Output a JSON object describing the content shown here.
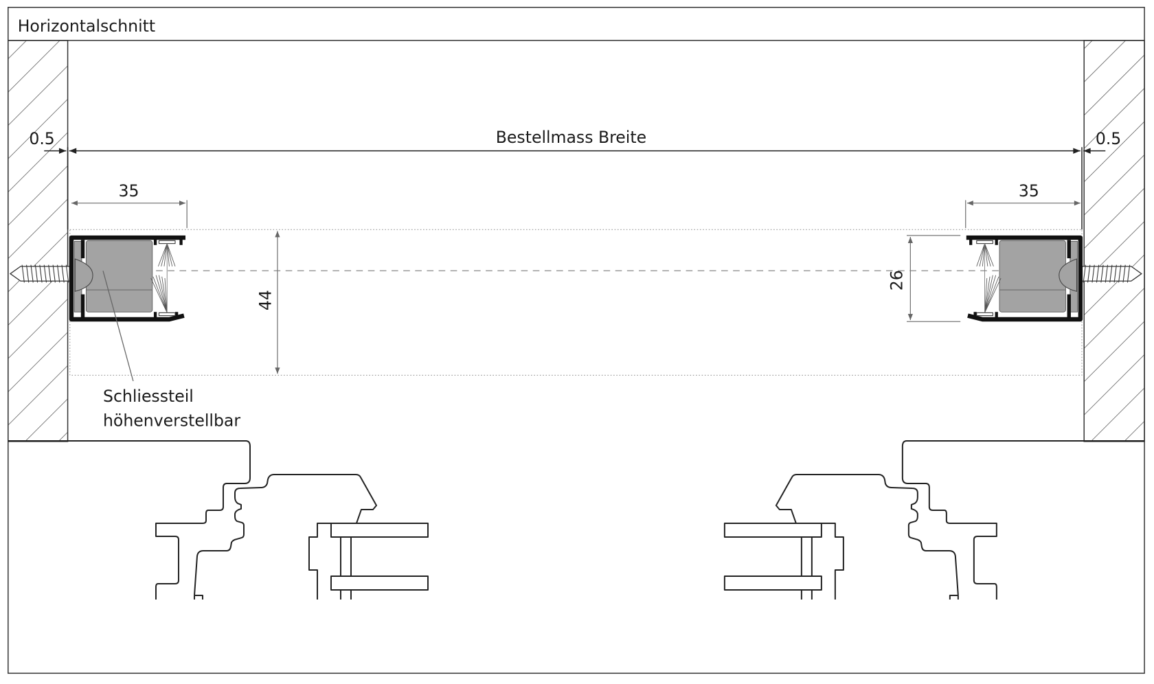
{
  "title": "Horizontalschnitt",
  "dimensions": {
    "gap_left": "0.5",
    "gap_right": "0.5",
    "order_width": "Bestellmass Breite",
    "profile_left": "35",
    "profile_right": "35",
    "height_total": "44",
    "height_inner": "26"
  },
  "annotation": {
    "line1": "Schliessteil",
    "line2": "höhenverstellbar"
  },
  "colors": {
    "profile": "#111111",
    "block": "#a3a3a3",
    "dimension": "#777777"
  }
}
